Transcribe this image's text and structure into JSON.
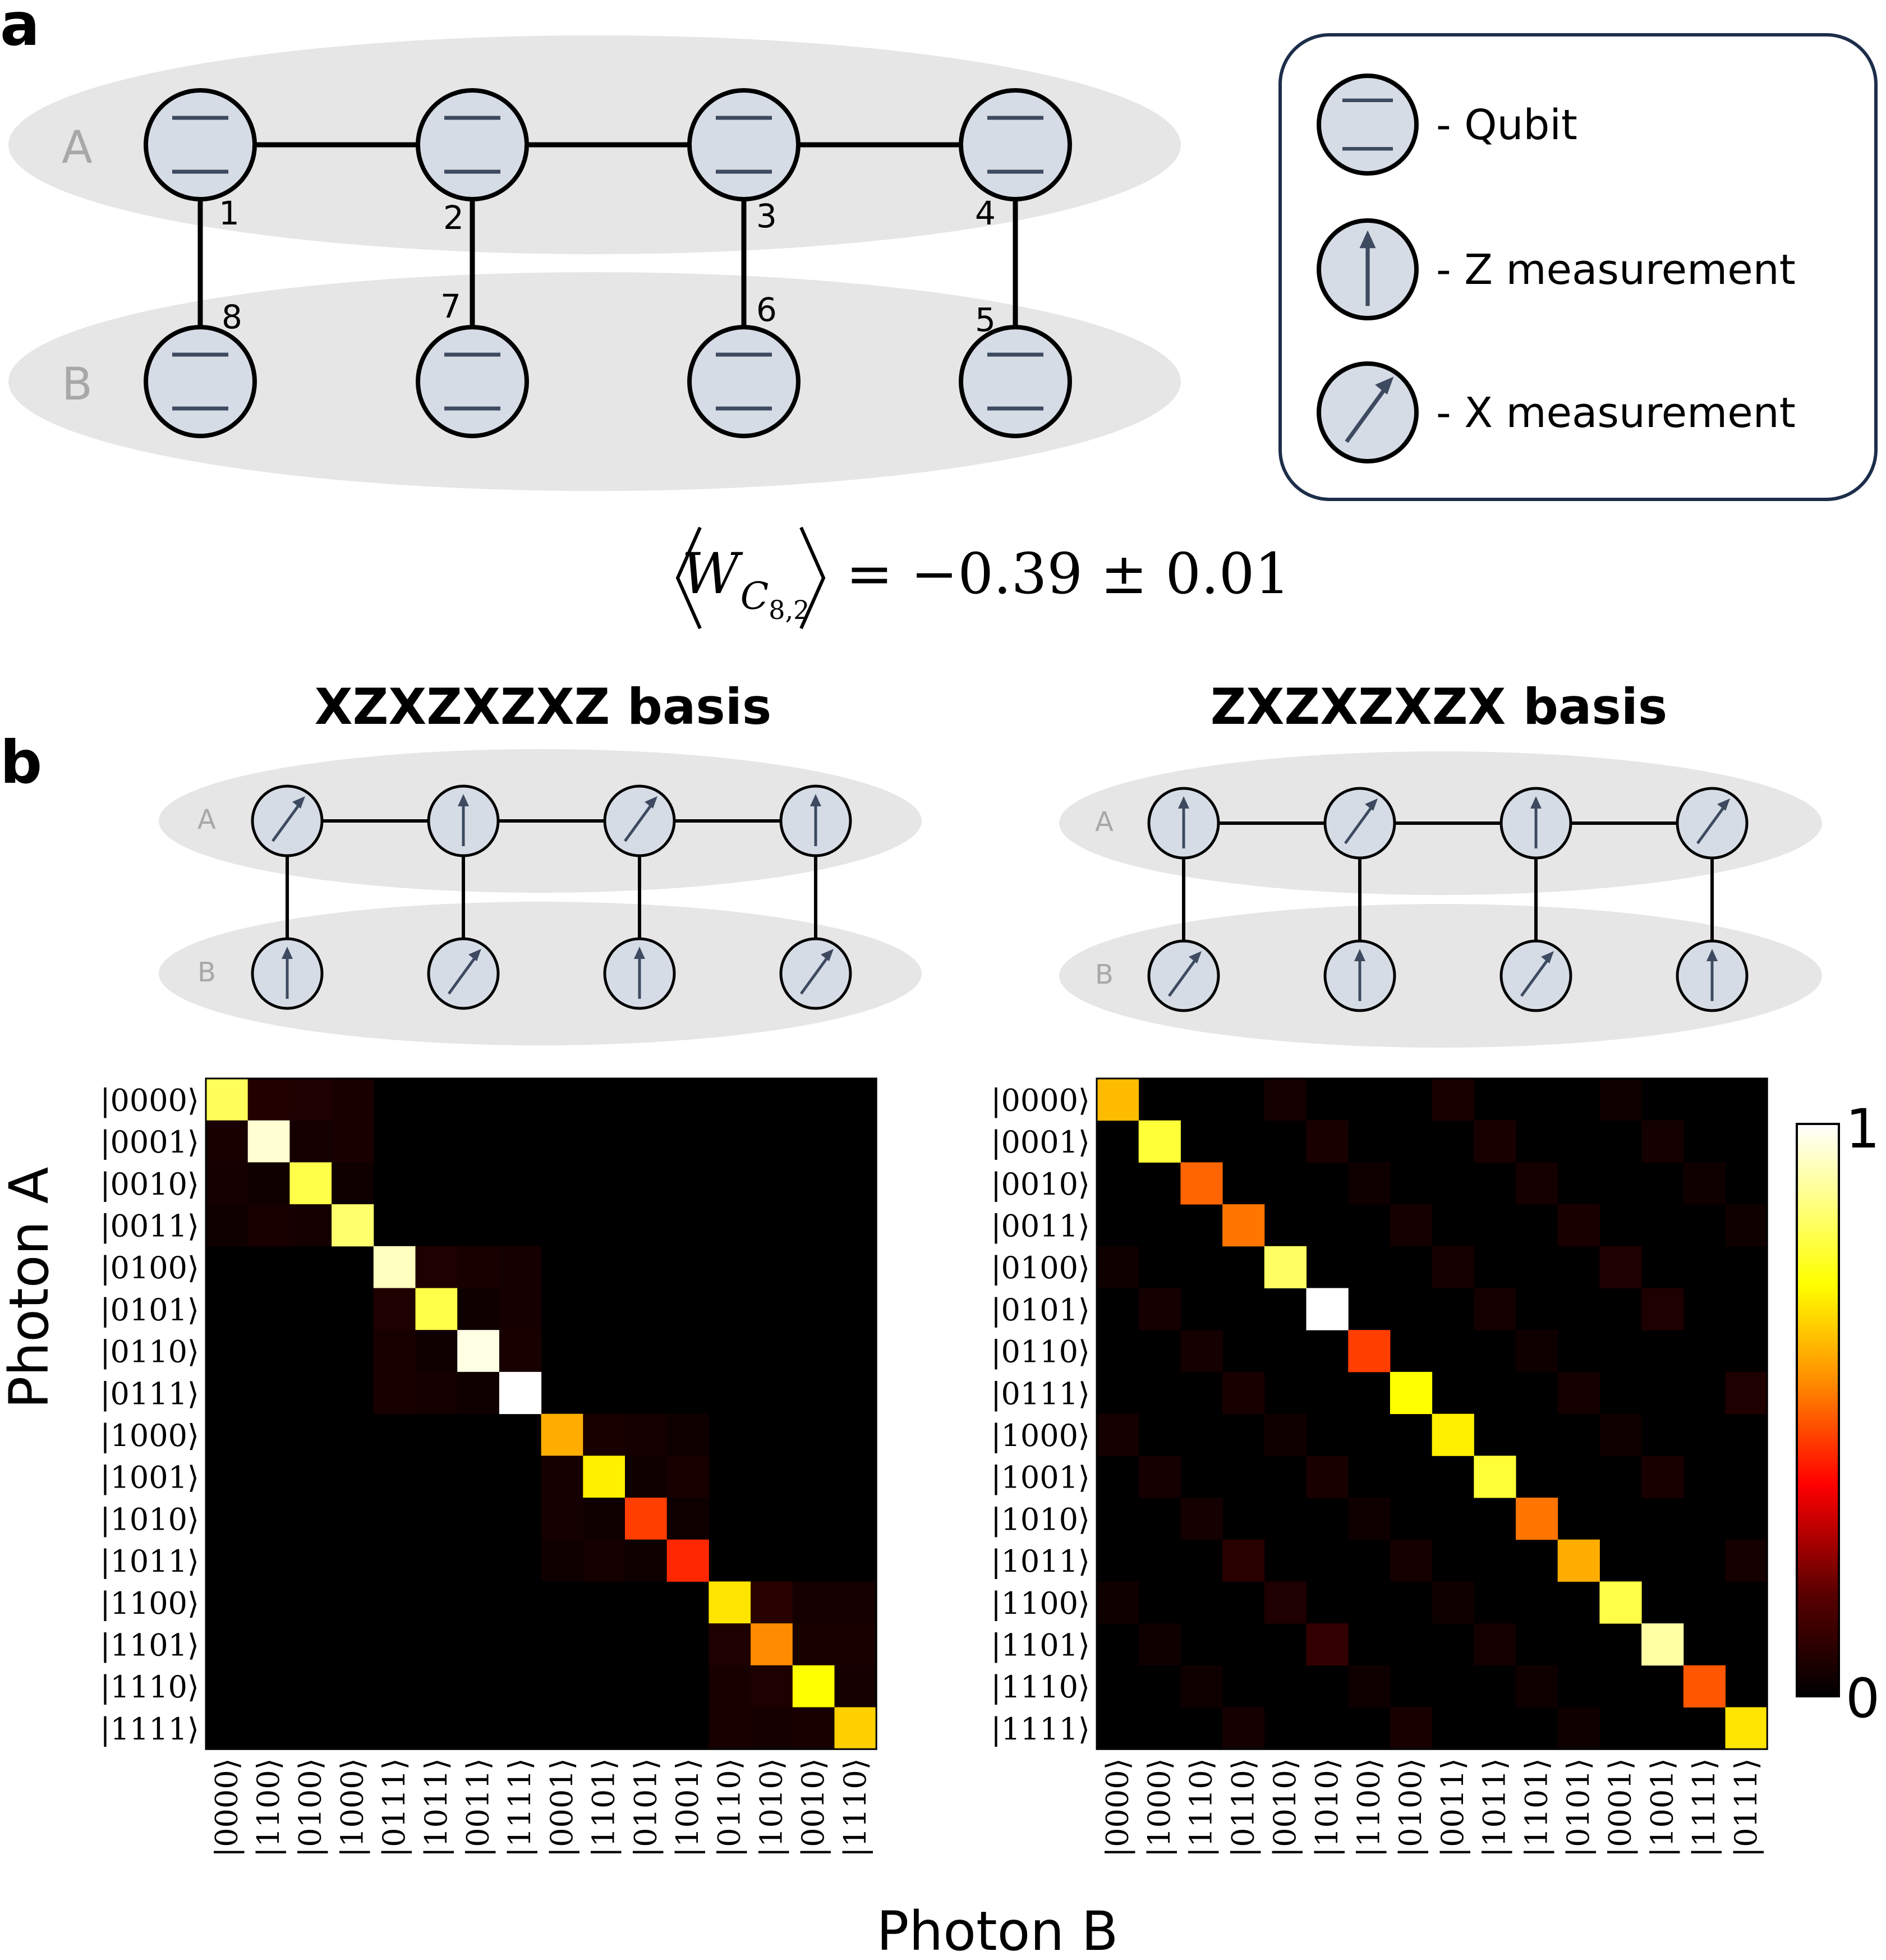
{
  "panel_labels": {
    "a": "a",
    "b": "b"
  },
  "panel_a": {
    "group_labels": [
      "A",
      "B"
    ],
    "qubit_numbers_top": [
      "1",
      "2",
      "3",
      "4"
    ],
    "qubit_numbers_bottom": [
      "8",
      "7",
      "6",
      "5"
    ],
    "formula": {
      "symbol": "W",
      "subscript_c": "C",
      "subscript_nums": "8,2",
      "rest": "= −0.39 ± 0.01"
    }
  },
  "legend": {
    "items": [
      {
        "icon": "qubit-icon",
        "label": "- Qubit"
      },
      {
        "icon": "z-measurement-icon",
        "label": "- Z measurement"
      },
      {
        "icon": "x-measurement-icon",
        "label": "- X measurement"
      }
    ]
  },
  "panel_b": {
    "left_title": "XZXZXZXZ basis",
    "right_title": "ZXZXZXZX basis",
    "left_top": [
      "x",
      "z",
      "x",
      "z"
    ],
    "left_bottom": [
      "z",
      "x",
      "z",
      "x"
    ],
    "right_top": [
      "z",
      "x",
      "z",
      "x"
    ],
    "right_bottom": [
      "x",
      "z",
      "x",
      "z"
    ],
    "group_labels": [
      "A",
      "B"
    ]
  },
  "chart_data": [
    {
      "type": "heatmap",
      "ylabel": "Photon A",
      "row_labels": [
        "|0000⟩",
        "|0001⟩",
        "|0010⟩",
        "|0011⟩",
        "|0100⟩",
        "|0101⟩",
        "|0110⟩",
        "|0111⟩",
        "|1000⟩",
        "|1001⟩",
        "|1010⟩",
        "|1011⟩",
        "|1100⟩",
        "|1101⟩",
        "|1110⟩",
        "|1111⟩"
      ],
      "col_labels": [
        "|0000⟩",
        "|1100⟩",
        "|0100⟩",
        "|1000⟩",
        "|0111⟩",
        "|1011⟩",
        "|0011⟩",
        "|1111⟩",
        "|0001⟩",
        "|1101⟩",
        "|0101⟩",
        "|1001⟩",
        "|0110⟩",
        "|1010⟩",
        "|0010⟩",
        "|1110⟩"
      ],
      "diagonal": [
        0.82,
        0.95,
        0.8,
        0.84,
        0.93,
        0.8,
        0.97,
        1.0,
        0.6,
        0.7,
        0.45,
        0.42,
        0.68,
        0.55,
        0.72,
        0.65
      ],
      "off_diagonal": [
        [
          0,
          1,
          0.07
        ],
        [
          0,
          2,
          0.06
        ],
        [
          0,
          3,
          0.05
        ],
        [
          1,
          0,
          0.05
        ],
        [
          1,
          2,
          0.04
        ],
        [
          1,
          3,
          0.05
        ],
        [
          2,
          0,
          0.04
        ],
        [
          2,
          1,
          0.03
        ],
        [
          2,
          3,
          0.03
        ],
        [
          3,
          0,
          0.03
        ],
        [
          3,
          1,
          0.05
        ],
        [
          3,
          2,
          0.04
        ],
        [
          4,
          5,
          0.06
        ],
        [
          4,
          6,
          0.05
        ],
        [
          4,
          7,
          0.04
        ],
        [
          5,
          4,
          0.06
        ],
        [
          5,
          6,
          0.03
        ],
        [
          5,
          7,
          0.04
        ],
        [
          6,
          4,
          0.05
        ],
        [
          6,
          5,
          0.03
        ],
        [
          6,
          7,
          0.05
        ],
        [
          7,
          4,
          0.05
        ],
        [
          7,
          5,
          0.04
        ],
        [
          7,
          6,
          0.03
        ],
        [
          8,
          9,
          0.05
        ],
        [
          8,
          10,
          0.04
        ],
        [
          8,
          11,
          0.03
        ],
        [
          9,
          8,
          0.04
        ],
        [
          9,
          10,
          0.03
        ],
        [
          9,
          11,
          0.05
        ],
        [
          10,
          8,
          0.04
        ],
        [
          10,
          9,
          0.03
        ],
        [
          10,
          11,
          0.03
        ],
        [
          11,
          8,
          0.03
        ],
        [
          11,
          9,
          0.04
        ],
        [
          11,
          10,
          0.03
        ],
        [
          12,
          13,
          0.08
        ],
        [
          12,
          14,
          0.04
        ],
        [
          12,
          15,
          0.04
        ],
        [
          13,
          12,
          0.06
        ],
        [
          13,
          14,
          0.05
        ],
        [
          13,
          15,
          0.05
        ],
        [
          14,
          12,
          0.05
        ],
        [
          14,
          13,
          0.06
        ],
        [
          14,
          15,
          0.04
        ],
        [
          15,
          12,
          0.05
        ],
        [
          15,
          13,
          0.04
        ],
        [
          15,
          14,
          0.05
        ]
      ],
      "zlim": [
        0,
        1
      ]
    },
    {
      "type": "heatmap",
      "xlabel": "Photon B",
      "row_labels": [
        "|0000⟩",
        "|0001⟩",
        "|0010⟩",
        "|0011⟩",
        "|0100⟩",
        "|0101⟩",
        "|0110⟩",
        "|0111⟩",
        "|1000⟩",
        "|1001⟩",
        "|1010⟩",
        "|1011⟩",
        "|1100⟩",
        "|1101⟩",
        "|1110⟩",
        "|1111⟩"
      ],
      "col_labels": [
        "|0000⟩",
        "|1000⟩",
        "|1110⟩",
        "|0110⟩",
        "|0010⟩",
        "|1010⟩",
        "|1100⟩",
        "|0100⟩",
        "|0011⟩",
        "|1011⟩",
        "|1101⟩",
        "|0101⟩",
        "|0001⟩",
        "|1001⟩",
        "|1111⟩",
        "|0111⟩"
      ],
      "diagonal": [
        0.62,
        0.78,
        0.5,
        0.52,
        0.83,
        1.0,
        0.45,
        0.72,
        0.7,
        0.78,
        0.52,
        0.6,
        0.8,
        0.9,
        0.48,
        0.68
      ],
      "off_diagonal": [
        [
          0,
          4,
          0.04
        ],
        [
          0,
          8,
          0.05
        ],
        [
          0,
          12,
          0.03
        ],
        [
          1,
          5,
          0.05
        ],
        [
          1,
          9,
          0.05
        ],
        [
          1,
          13,
          0.04
        ],
        [
          2,
          6,
          0.03
        ],
        [
          2,
          10,
          0.04
        ],
        [
          2,
          14,
          0.03
        ],
        [
          3,
          7,
          0.04
        ],
        [
          3,
          11,
          0.05
        ],
        [
          3,
          15,
          0.03
        ],
        [
          4,
          0,
          0.03
        ],
        [
          4,
          8,
          0.04
        ],
        [
          4,
          12,
          0.06
        ],
        [
          5,
          1,
          0.04
        ],
        [
          5,
          9,
          0.04
        ],
        [
          5,
          13,
          0.06
        ],
        [
          6,
          2,
          0.04
        ],
        [
          6,
          10,
          0.03
        ],
        [
          7,
          3,
          0.05
        ],
        [
          7,
          11,
          0.04
        ],
        [
          7,
          15,
          0.06
        ],
        [
          8,
          0,
          0.04
        ],
        [
          8,
          4,
          0.03
        ],
        [
          8,
          12,
          0.03
        ],
        [
          9,
          1,
          0.04
        ],
        [
          9,
          5,
          0.05
        ],
        [
          9,
          13,
          0.05
        ],
        [
          10,
          2,
          0.04
        ],
        [
          10,
          6,
          0.03
        ],
        [
          11,
          3,
          0.08
        ],
        [
          11,
          7,
          0.04
        ],
        [
          11,
          15,
          0.04
        ],
        [
          12,
          0,
          0.03
        ],
        [
          12,
          4,
          0.06
        ],
        [
          12,
          8,
          0.03
        ],
        [
          13,
          1,
          0.03
        ],
        [
          13,
          5,
          0.1
        ],
        [
          13,
          9,
          0.04
        ],
        [
          14,
          2,
          0.03
        ],
        [
          14,
          6,
          0.03
        ],
        [
          14,
          10,
          0.03
        ],
        [
          15,
          3,
          0.04
        ],
        [
          15,
          7,
          0.05
        ],
        [
          15,
          11,
          0.03
        ]
      ],
      "zlim": [
        0,
        1
      ],
      "colorbar_ticks": [
        "0",
        "1"
      ]
    }
  ]
}
